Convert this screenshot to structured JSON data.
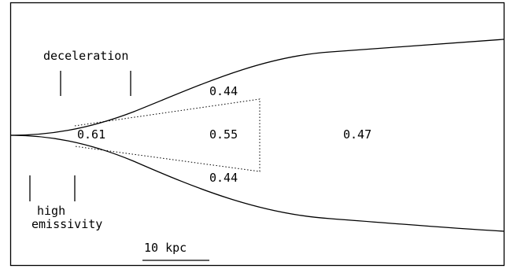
{
  "labels": {
    "deceleration": "deceleration",
    "high": "high",
    "emissivity": "emissivity",
    "scale_bar": "10 kpc"
  },
  "values": {
    "upper_edge": "0.44",
    "lower_edge": "0.44",
    "inner_left": "0.61",
    "inner_center": "0.55",
    "outer": "0.47"
  }
}
